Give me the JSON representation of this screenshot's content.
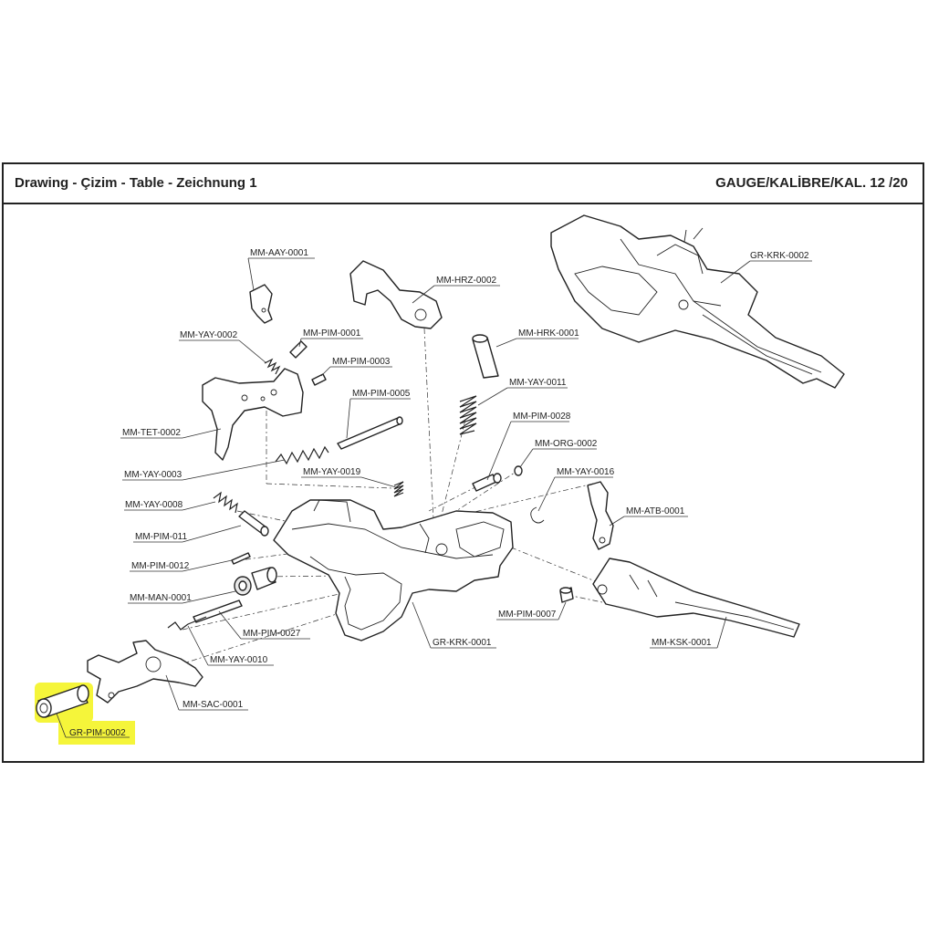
{
  "header": {
    "title": "Drawing - Çizim - Table - Zeichnung  1",
    "gauge": "GAUGE/KALİBRE/KAL. 12 /20"
  },
  "highlight_color": "#f5f53a",
  "labels": {
    "gr_krk_0002_top": "GR-KRK-0002",
    "mm_aay_0001": "MM-AAY-0001",
    "mm_hrz_0002": "MM-HRZ-0002",
    "mm_yay_0002": "MM-YAY-0002",
    "mm_pim_0001": "MM-PIM-0001",
    "mm_pim_0003": "MM-PIM-0003",
    "mm_hrk_0001": "MM-HRK-0001",
    "mm_yay_0011": "MM-YAY-0011",
    "mm_pim_0005": "MM-PIM-0005",
    "mm_tet_0002": "MM-TET-0002",
    "mm_pim_0028": "MM-PIM-0028",
    "mm_org_0002": "MM-ORG-0002",
    "mm_yay_0003": "MM-YAY-0003",
    "mm_yay_0019": "MM-YAY-0019",
    "mm_yay_0016": "MM-YAY-0016",
    "mm_yay_0008": "MM-YAY-0008",
    "mm_atb_0001": "MM-ATB-0001",
    "mm_pim_011": "MM-PIM-011",
    "mm_pim_0012": "MM-PIM-0012",
    "mm_man_0001": "MM-MAN-0001",
    "mm_pim_0007": "MM-PIM-0007",
    "mm_pim_0027": "MM-PIM-0027",
    "gr_krk_0001": "GR-KRK-0001",
    "mm_ksk_0001": "MM-KSK-0001",
    "mm_yay_0010": "MM-YAY-0010",
    "mm_sac_0001": "MM-SAC-0001",
    "gr_pim_0002": "GR-PIM-0002"
  }
}
